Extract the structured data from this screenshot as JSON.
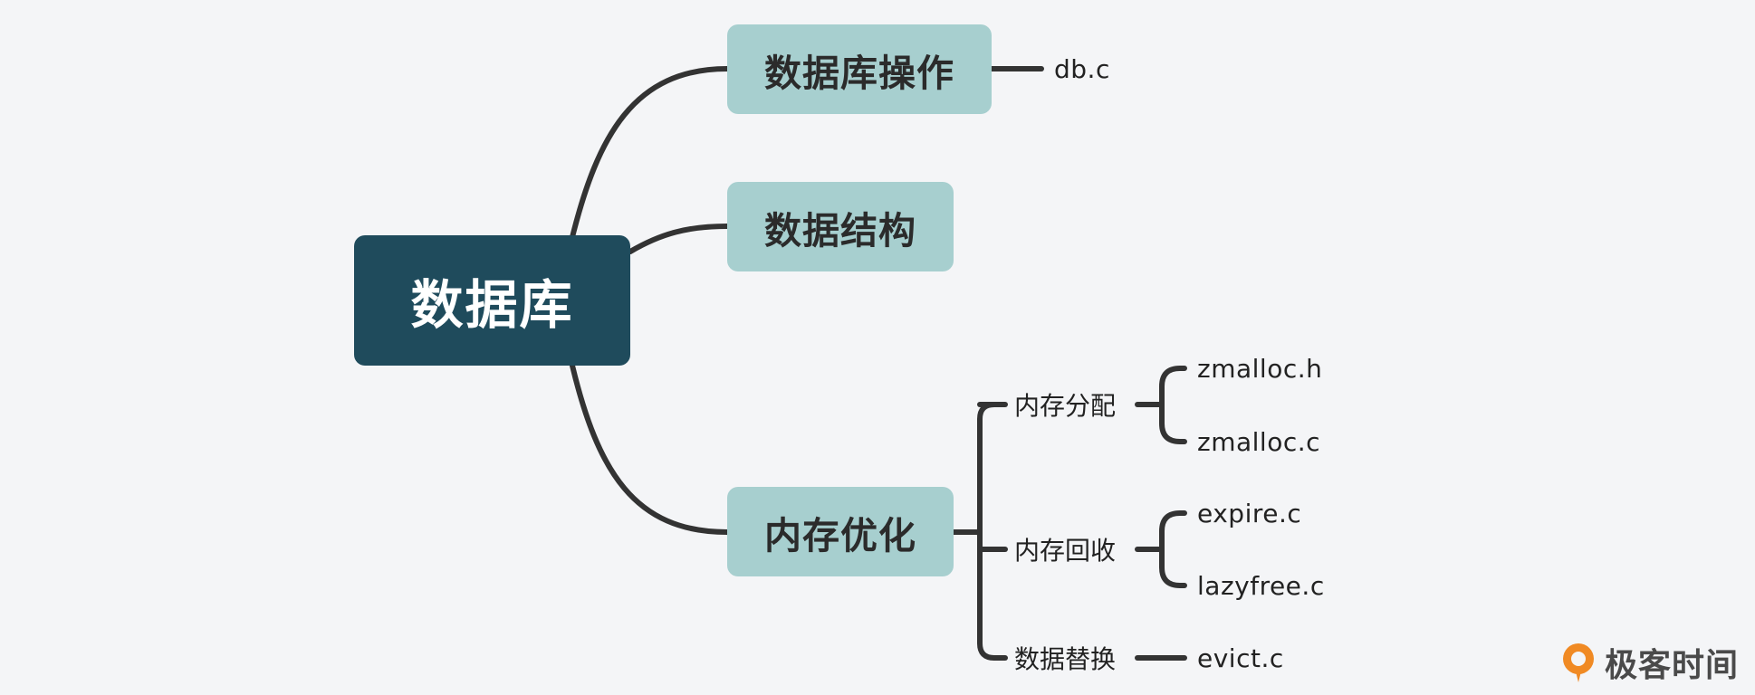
{
  "root": {
    "label": "数据库"
  },
  "branches": [
    {
      "label": "数据库操作"
    },
    {
      "label": "数据结构"
    },
    {
      "label": "内存优化"
    }
  ],
  "subbranches": [
    {
      "label": "内存分配"
    },
    {
      "label": "内存回收"
    },
    {
      "label": "数据替换"
    }
  ],
  "leaves": [
    {
      "label": "db.c"
    },
    {
      "label": "zmalloc.h"
    },
    {
      "label": "zmalloc.c"
    },
    {
      "label": "expire.c"
    },
    {
      "label": "lazyfree.c"
    },
    {
      "label": "evict.c"
    }
  ],
  "logo": {
    "text": "极客时间",
    "icon": "geektime-logo-icon",
    "accent": "#f08a24"
  },
  "colors": {
    "root_fill": "#1f4b5c",
    "branch_fill": "#a7cfcf",
    "line": "#333333",
    "background": "#f4f5f7"
  }
}
